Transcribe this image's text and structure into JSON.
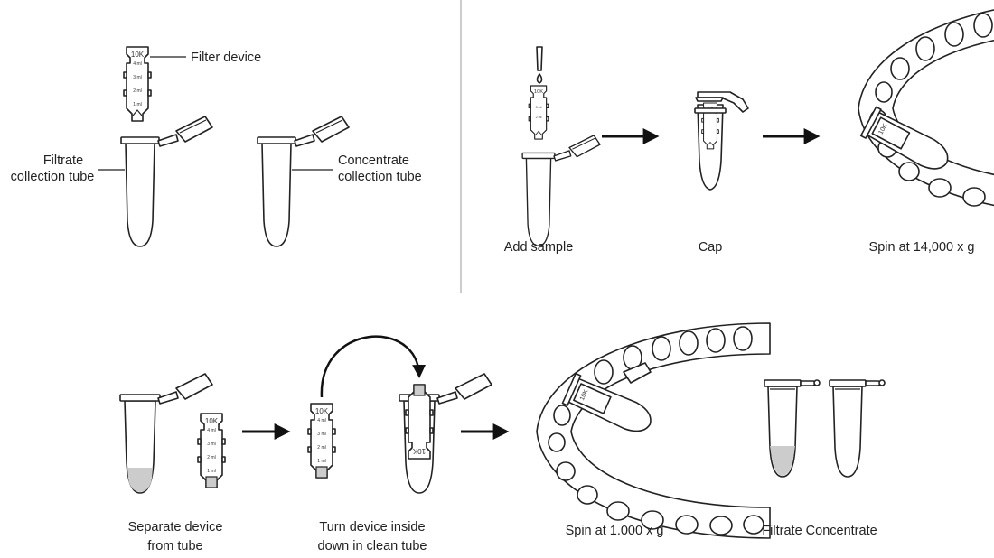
{
  "labels": {
    "filter_device": "Filter device",
    "filtrate_tube_1": "Filtrate",
    "filtrate_tube_2": "collection tube",
    "concentrate_tube_1": "Concentrate",
    "concentrate_tube_2": "collection tube",
    "add_sample": "Add sample",
    "cap": "Cap",
    "spin_14000": "Spin at 14,000 x g",
    "separate_1": "Separate device",
    "separate_2": "from tube",
    "turn_1": "Turn device inside",
    "turn_2": "down in clean tube",
    "spin_1000": "Spin at 1.000 x g",
    "filtrate_concentrate": "Filtrate Concentrate"
  },
  "device": {
    "cutoff": "10K",
    "marks": [
      "4 ml",
      "3 ml",
      "2 ml",
      "1 ml"
    ]
  }
}
